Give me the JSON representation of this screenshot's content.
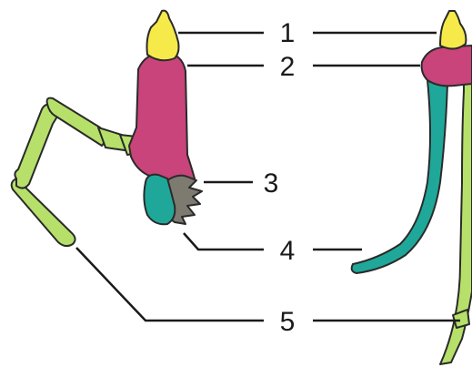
{
  "labels": {
    "one": "1",
    "two": "2",
    "three": "3",
    "four": "4",
    "five": "5"
  },
  "colors": {
    "part_1": "#f5ea4a",
    "part_2": "#c8447a",
    "part_3": "#7d7a70",
    "part_4": "#1fa89a",
    "part_5": "#b6e06a"
  }
}
